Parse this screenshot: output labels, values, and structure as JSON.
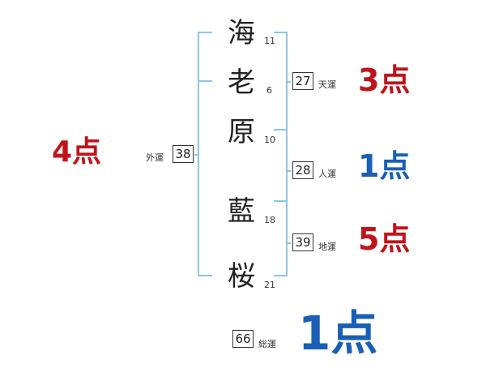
{
  "name": {
    "characters": [
      {
        "char": "海",
        "strokes": "11"
      },
      {
        "char": "老",
        "strokes": "6"
      },
      {
        "char": "原",
        "strokes": "10"
      },
      {
        "char": "藍",
        "strokes": "18"
      },
      {
        "char": "桜",
        "strokes": "21"
      }
    ]
  },
  "fortunes": {
    "gaiun": {
      "label": "外運",
      "value": "38",
      "score": "4点"
    },
    "tenun": {
      "label": "天運",
      "value": "27",
      "score": "3点"
    },
    "jinun": {
      "label": "人運",
      "value": "28",
      "score": "1点"
    },
    "chiun": {
      "label": "地運",
      "value": "39",
      "score": "5点"
    },
    "souun": {
      "label": "総運",
      "value": "66",
      "score": "1点"
    }
  },
  "colors": {
    "red": "#c0141b",
    "blue": "#1a5fb4",
    "bracket": "#8ec5e6"
  }
}
